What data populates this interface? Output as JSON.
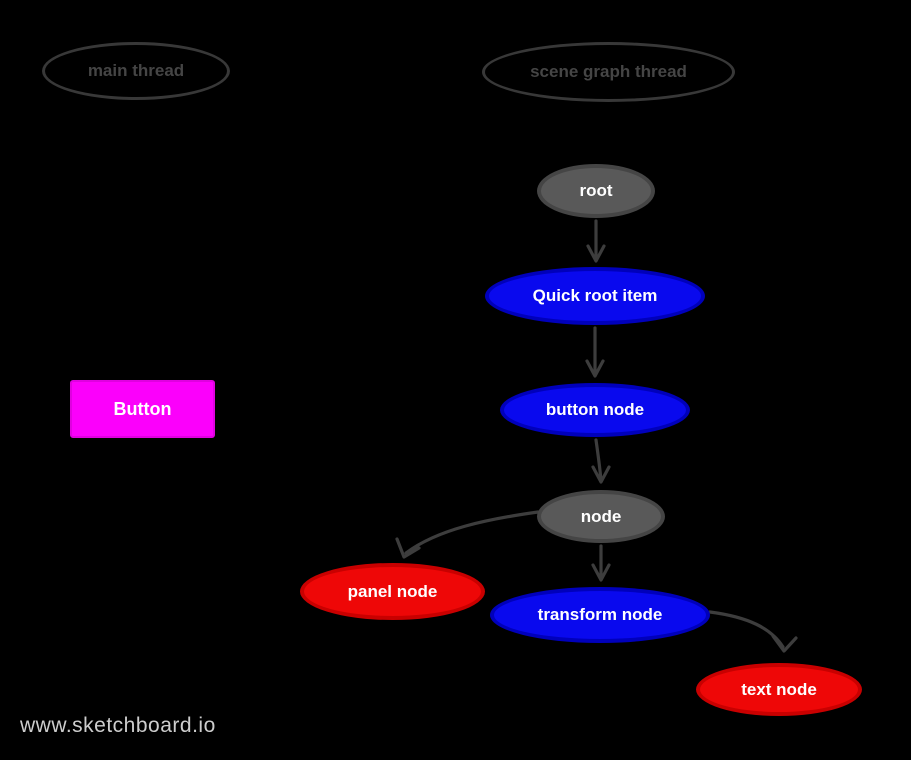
{
  "diagram": {
    "watermark": "www.sketchboard.io",
    "threads": {
      "main": {
        "label": "main thread"
      },
      "scene_graph": {
        "label": "scene graph thread"
      }
    },
    "ui_button": {
      "label": "Button"
    },
    "nodes": {
      "root": {
        "label": "root",
        "color": "gray"
      },
      "quick_root_item": {
        "label": "Quick root item",
        "color": "blue"
      },
      "button_node": {
        "label": "button node",
        "color": "blue"
      },
      "node": {
        "label": "node",
        "color": "gray"
      },
      "panel_node": {
        "label": "panel node",
        "color": "red"
      },
      "transform_node": {
        "label": "transform node",
        "color": "blue"
      },
      "text_node": {
        "label": "text node",
        "color": "red"
      }
    },
    "edges": [
      {
        "from": "root",
        "to": "quick_root_item"
      },
      {
        "from": "quick_root_item",
        "to": "button_node"
      },
      {
        "from": "button_node",
        "to": "node"
      },
      {
        "from": "node",
        "to": "panel_node"
      },
      {
        "from": "node",
        "to": "transform_node"
      },
      {
        "from": "transform_node",
        "to": "text_node"
      }
    ],
    "colors": {
      "background": "#000000",
      "node_gray_fill": "#595959",
      "node_gray_border": "#454545",
      "node_blue_fill": "#0909ee",
      "node_blue_border": "#0000bb",
      "node_red_fill": "#ee0707",
      "node_red_border": "#c90000",
      "ui_button_fill": "#fb00fb",
      "thread_outline": "#383838",
      "thread_text": "#454545",
      "edge_stroke": "#3d3d3d",
      "node_text": "#ffffff",
      "watermark_text": "#cdcdcd"
    }
  }
}
